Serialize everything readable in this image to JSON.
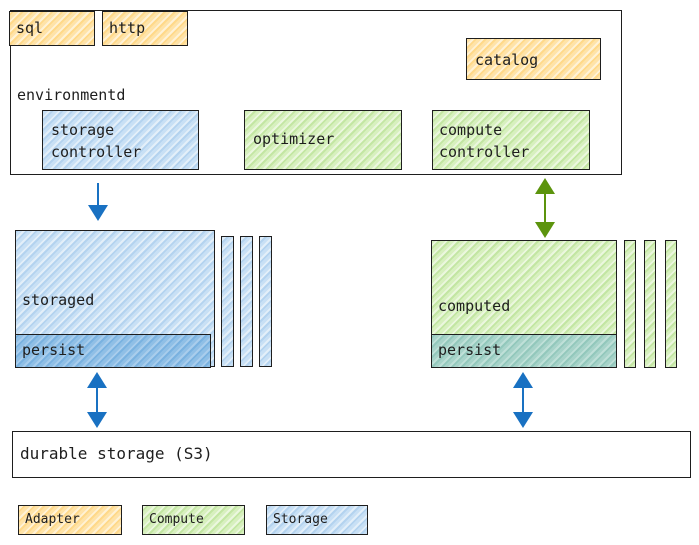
{
  "colors": {
    "adapter": "#ffd98a",
    "compute": "#c3e6a3",
    "storage": "#b4d3ef",
    "arrow_blue": "#1971c2",
    "arrow_green": "#5c940d",
    "stroke": "#1e1e1e"
  },
  "environmentd": {
    "label": "environmentd",
    "sql": "sql",
    "http": "http",
    "catalog": "catalog",
    "storage_controller": "storage\ncontroller",
    "optimizer": "optimizer",
    "compute_controller": "compute\ncontroller"
  },
  "storaged": {
    "label": "storaged",
    "persist": "persist"
  },
  "computed": {
    "label": "computed",
    "persist": "persist"
  },
  "durable_storage": "durable storage (S3)",
  "legend": {
    "adapter": "Adapter",
    "compute": "Compute",
    "storage": "Storage"
  }
}
